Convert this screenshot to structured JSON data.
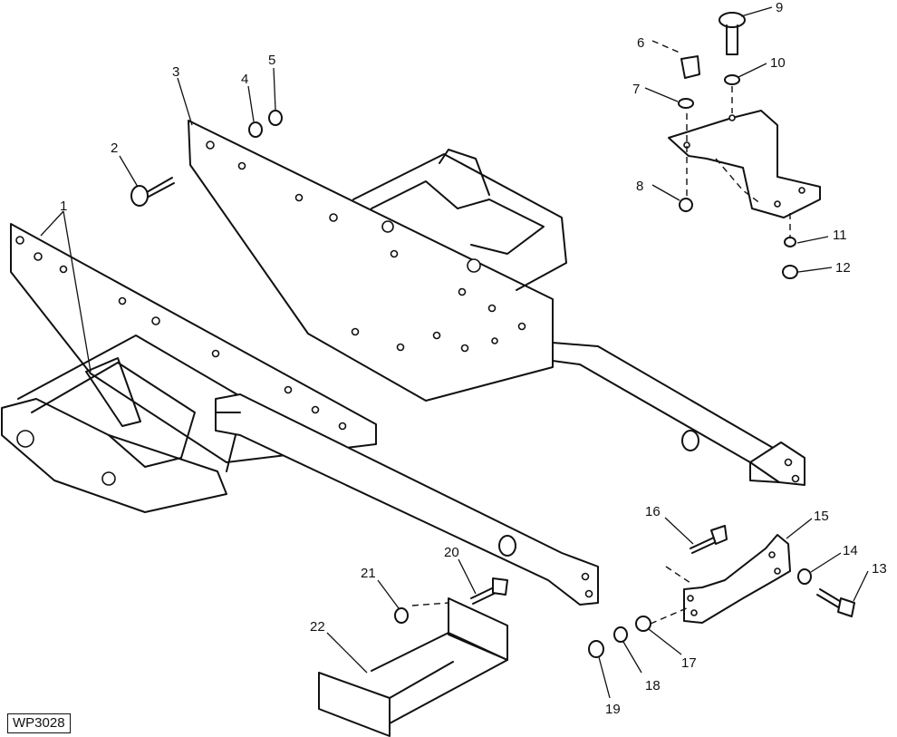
{
  "figure_id": "WP3028",
  "callouts": [
    "1",
    "2",
    "3",
    "4",
    "5",
    "6",
    "7",
    "8",
    "9",
    "10",
    "11",
    "12",
    "13",
    "14",
    "15",
    "16",
    "17",
    "18",
    "19",
    "20",
    "21",
    "22"
  ]
}
